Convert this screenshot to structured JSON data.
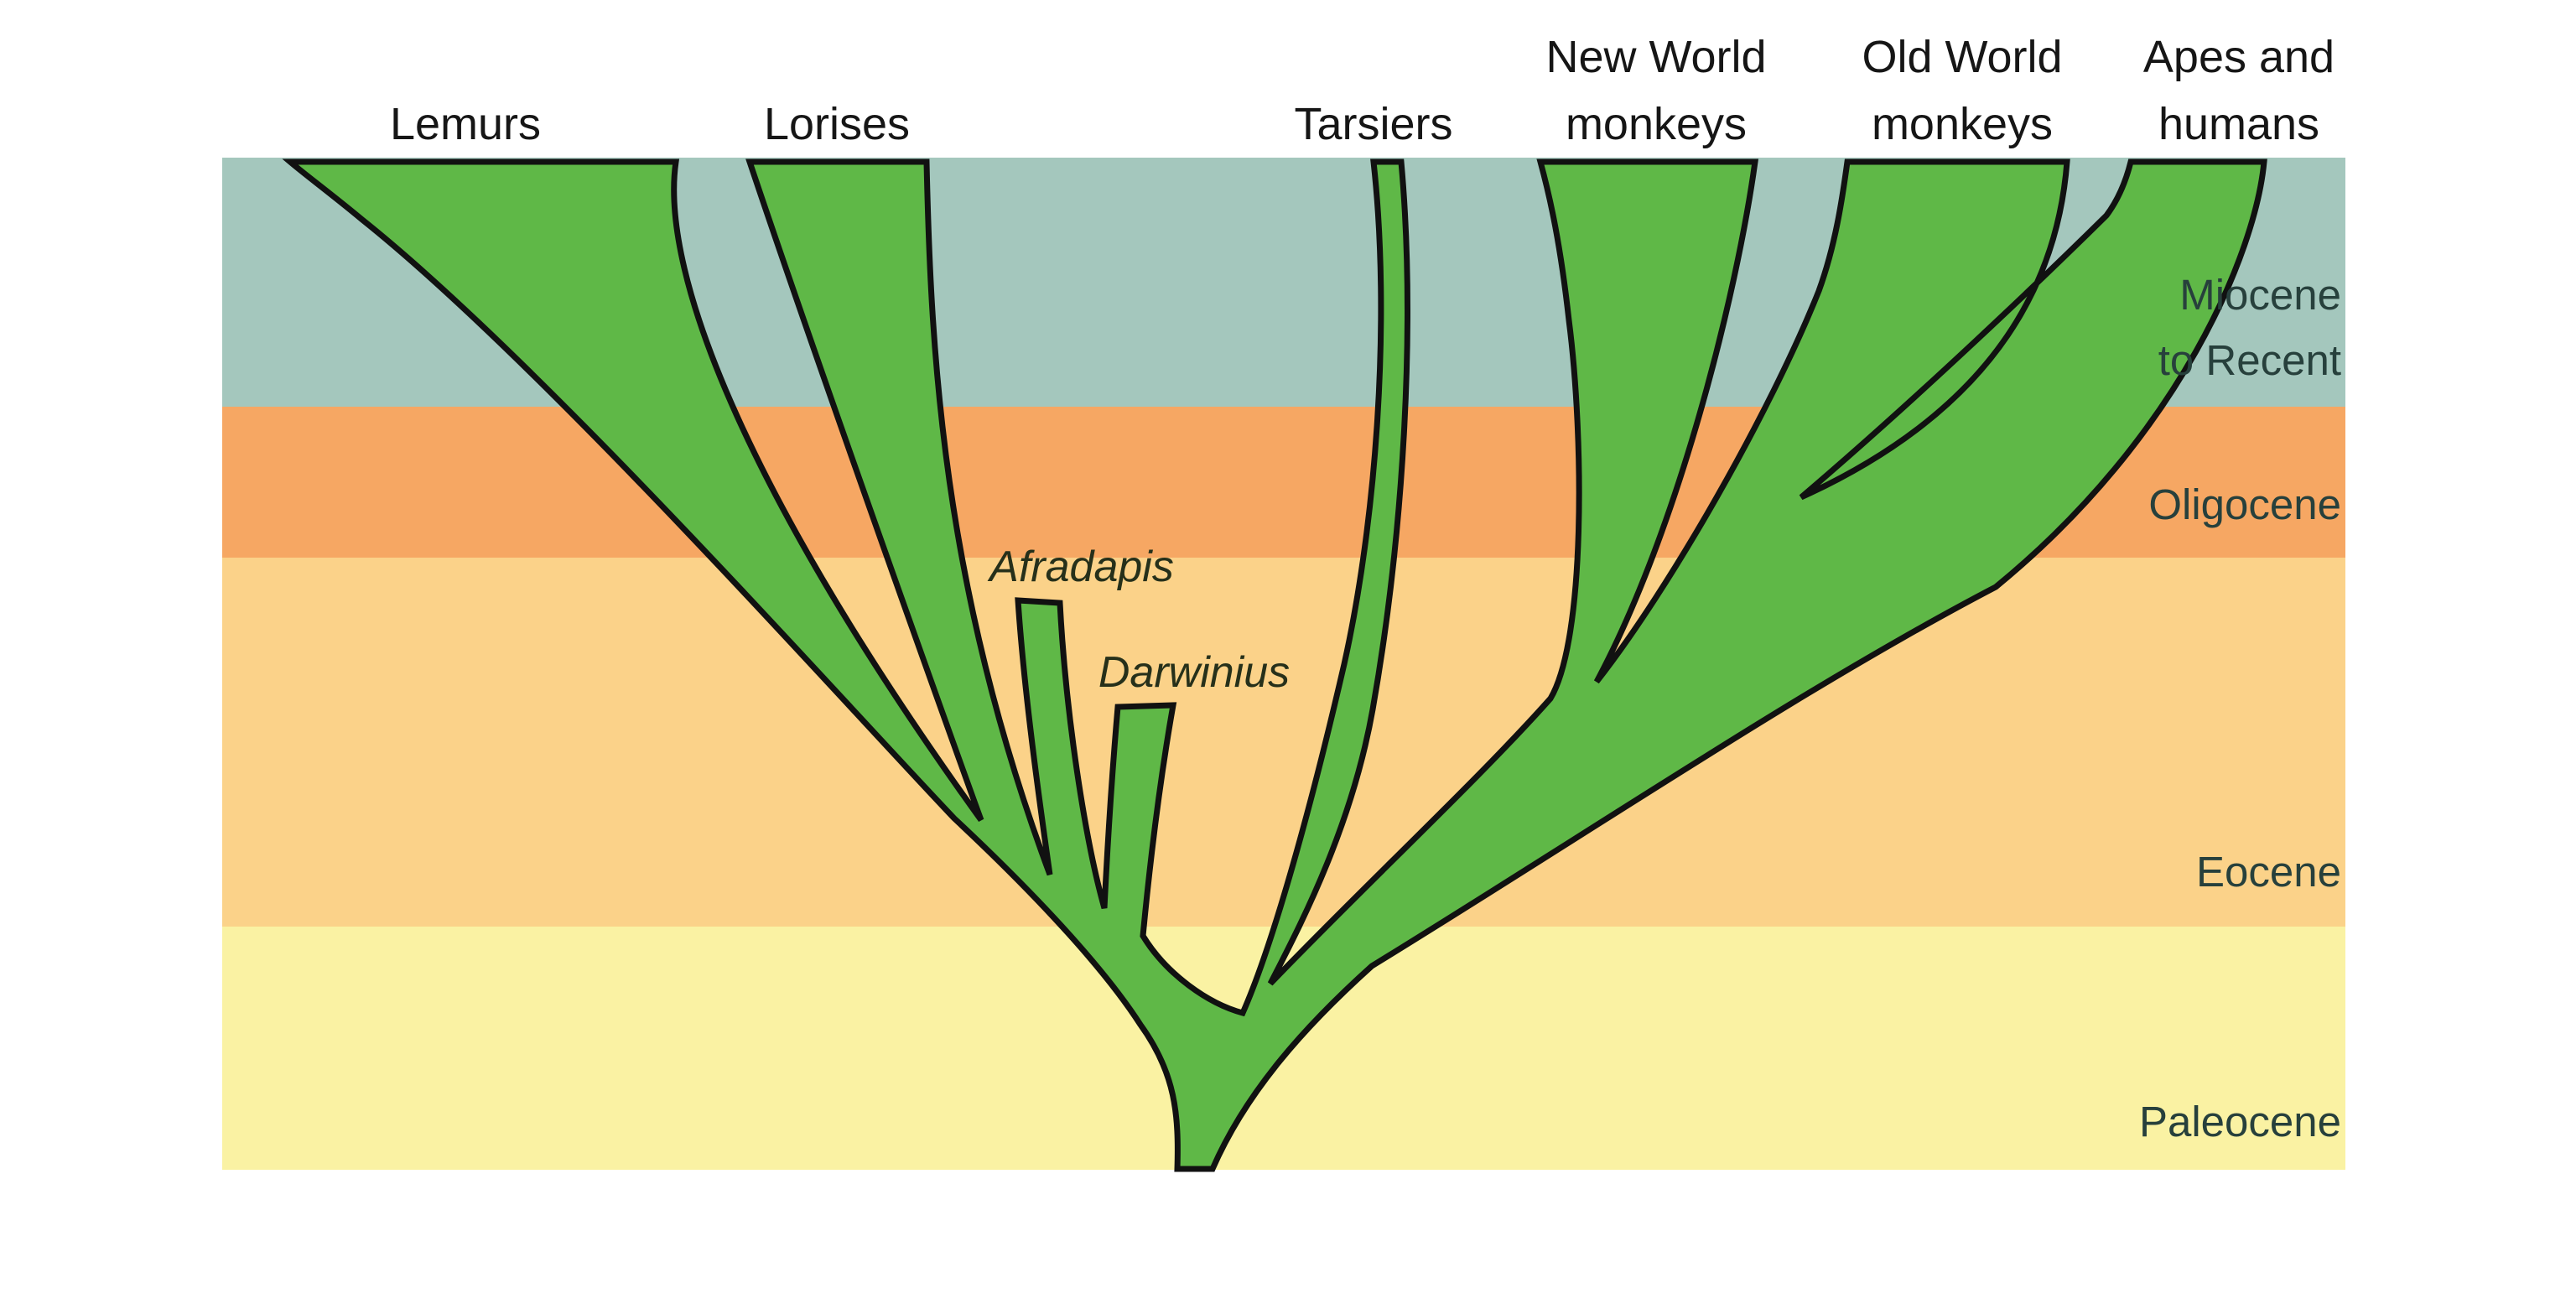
{
  "diagram": {
    "kind": "primate-phylogenetic-tree",
    "taxa": {
      "lemurs": "Lemurs",
      "lorises": "Lorises",
      "tarsiers": "Tarsiers",
      "new_world_line1": "New World",
      "new_world_line2": "monkeys",
      "old_world_line1": "Old World",
      "old_world_line2": "monkeys",
      "apes_line1": "Apes and",
      "apes_line2": "humans"
    },
    "fossils": {
      "afradapis": "Afradapis",
      "darwinius": "Darwinius"
    },
    "eras": {
      "miocene_line1": "Miocene",
      "miocene_line2": "to Recent",
      "oligocene": "Oligocene",
      "eocene": "Eocene",
      "paleocene": "Paleocene"
    }
  },
  "colors": {
    "miocene_band": "#a4c7bd",
    "oligocene_band": "#f6a763",
    "eocene_band": "#fbd289",
    "paleocene_band": "#faf2a3",
    "tree_green": "#5fb847",
    "outline_black": "#111111",
    "label_text": "#161616",
    "era_text": "#27403c",
    "fossil_text": "#26301a"
  }
}
